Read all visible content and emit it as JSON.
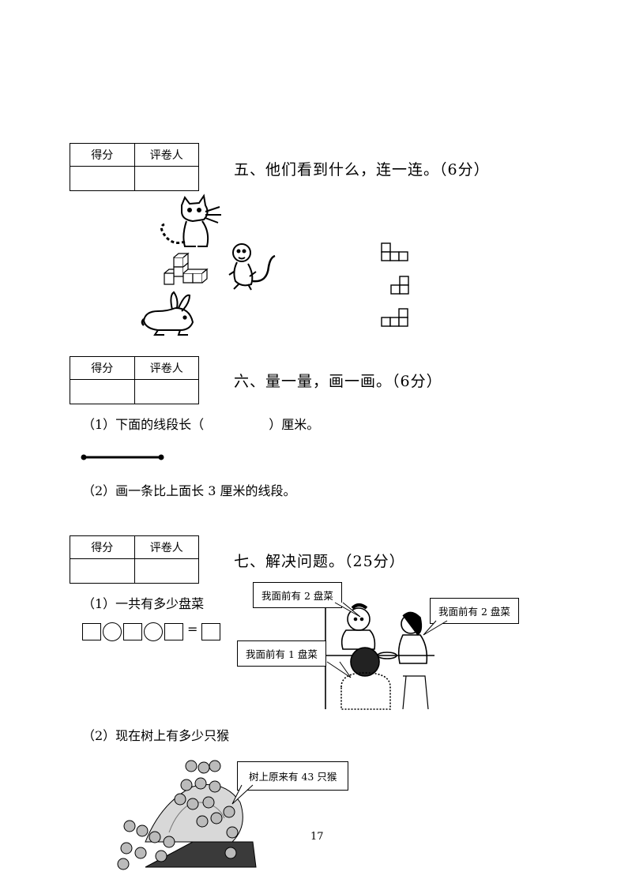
{
  "score_box": {
    "col1": "得分",
    "col2": "评卷人"
  },
  "section5": {
    "title": "五、他们看到什么，连一连。（6分）",
    "animals": [
      "cat-icon",
      "monkey-icon",
      "rabbit-icon"
    ],
    "views": [
      "view-top",
      "view-side",
      "view-front"
    ]
  },
  "section6": {
    "title": "六、量一量，画一画。（6分）",
    "q1_before": "（1）下面的线段长（",
    "q1_after": "）厘米。",
    "q2": "（2）画一条比上面长 3 厘米的线段。"
  },
  "section7": {
    "title": "七、解决问题。（25分）",
    "q1": "（1）一共有多少盘菜",
    "equals": "=",
    "callouts": [
      "我面前有 2 盘菜",
      "我面前有 2 盘菜",
      "我面前有 1 盘菜"
    ],
    "q2": "（2）现在树上有多少只猴",
    "tree_callout": "树上原来有 43 只猴"
  },
  "page_number": "17"
}
